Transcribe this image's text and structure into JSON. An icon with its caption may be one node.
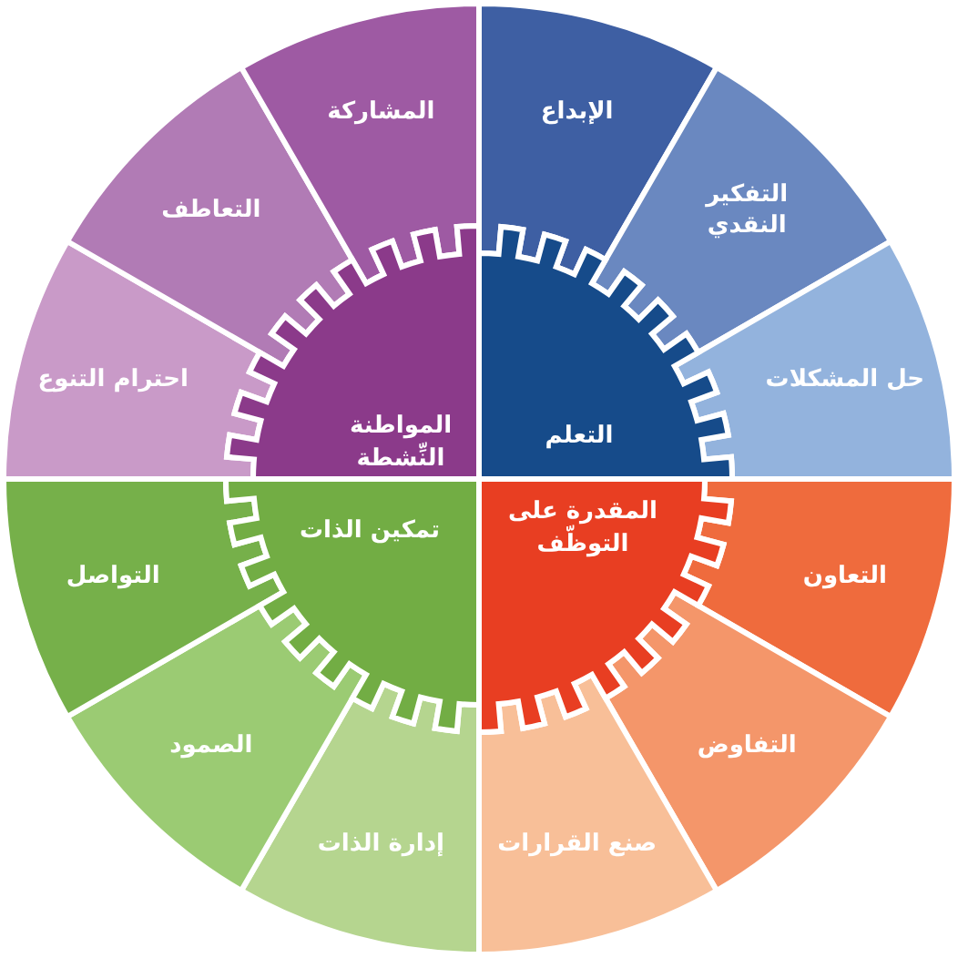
{
  "diagram": {
    "nodes": [
      {
        "text": [
          "الإبداع"
        ]
      },
      {
        "text": [
          "التفكير النقدي"
        ]
      },
      {
        "text": [
          "حل المشكلات"
        ]
      },
      {
        "text": [
          "التعاون"
        ]
      },
      {
        "text": [
          "التفاوض"
        ]
      },
      {
        "text": [
          "صنع القرارات"
        ]
      },
      {
        "text": [
          "إدارة الذات"
        ]
      },
      {
        "text": [
          "الصمود"
        ]
      },
      {
        "text": [
          "التواصل"
        ]
      },
      {
        "text": [
          "احترام التنوع"
        ]
      },
      {
        "text": [
          "التعاطف"
        ]
      },
      {
        "text": [
          "المشاركة"
        ]
      },
      {
        "text": [
          "التعلم"
        ]
      },
      {
        "text": [
          "المقدرة على التوظّف"
        ]
      },
      {
        "text": [
          "تمكين الذات"
        ]
      },
      {
        "text": [
          "المواطنة النِّشطة"
        ]
      }
    ]
  }
}
